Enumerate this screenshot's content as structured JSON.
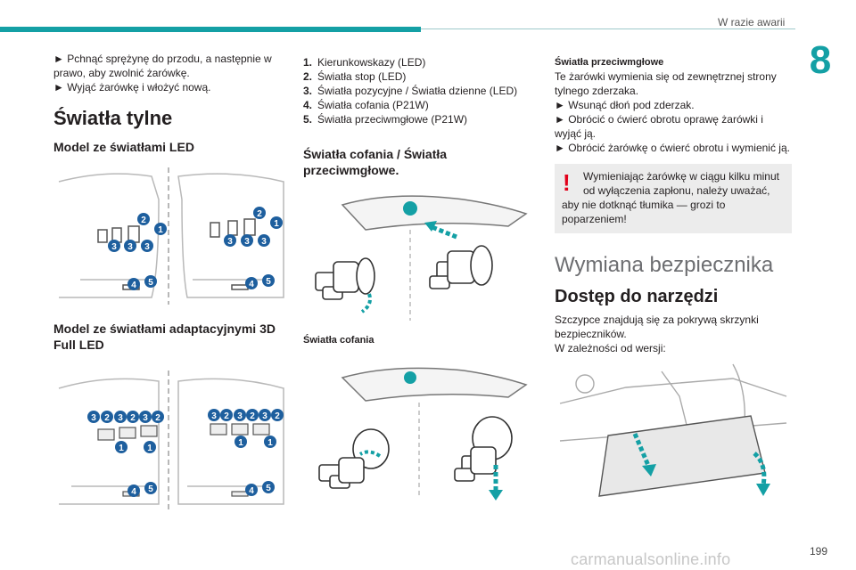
{
  "header": {
    "running_title": "W razie awarii",
    "chapter": "8",
    "page_number": "199"
  },
  "watermark": "carmanualsonline.info",
  "col1": {
    "intro": [
      "► Pchnąć sprężynę do przodu, a następnie w prawo, aby zwolnić żarówkę.",
      "► Wyjąć żarówkę i włożyć nową."
    ],
    "title": "Światła tylne",
    "led_heading": "Model ze światłami LED",
    "adaptive_heading": "Model ze światłami adaptacyjnymi 3D Full LED"
  },
  "col2": {
    "items": [
      {
        "num": "1.",
        "label": "Kierunkowskazy (LED)"
      },
      {
        "num": "2.",
        "label": "Światła stop (LED)"
      },
      {
        "num": "3.",
        "label": "Światła pozycyjne / Światła dzienne (LED)"
      },
      {
        "num": "4.",
        "label": "Światła cofania (P21W)"
      },
      {
        "num": "5.",
        "label": "Światła przeciwmgłowe (P21W)"
      }
    ],
    "heading": "Światła cofania / Światła przeciwmgłowe.",
    "caption": "Światła cofania"
  },
  "col3": {
    "subtitle": "Światła przeciwmgłowe",
    "p1": "Te żarówki wymienia się od zewnętrznej strony tylnego zderzaka.",
    "p2": "► Wsunąć dłoń pod zderzak.",
    "p3": "► Obrócić o ćwierć obrotu oprawę żarówki i wyjąć ją.",
    "p4": "► Obrócić żarówkę o ćwierć obrotu i wymienić ją.",
    "warning_a": "Wymieniając żarówkę w ciągu kilku minut od wyłączenia zapłonu, należy uważać,",
    "warning_b": "aby nie dotknąć tłumika — grozi to poparzeniem!",
    "section": "Wymiana bezpiecznika",
    "heading": "Dostęp do narzędzi",
    "p5": "Szczypce znajdują się za pokrywą skrzynki bezpieczników.",
    "p6": "W zależności od wersji:"
  },
  "colors": {
    "accent": "#14a0a5",
    "badge": "#1e5f9e",
    "warning": "#e2001a"
  }
}
